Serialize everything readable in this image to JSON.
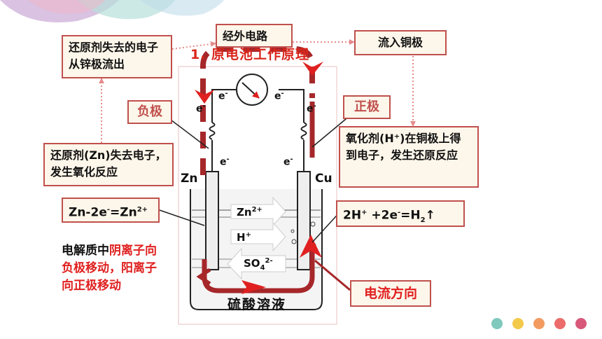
{
  "title": "1. 原电池工作原理",
  "callouts": {
    "reductant_lose_e": "还原剂失去的电子从锌极流出",
    "via_external": "经外电路",
    "into_copper": "流入铜极",
    "negative": "负极",
    "positive": "正极",
    "reductant_oxidized": "还原剂(Zn)失去电子，发生氧化反应",
    "oxidant_reduced": "氧化剂(H⁺)在铜极上得到电子，发生还原反应",
    "zn_equation": {
      "main": "Zn-2e",
      "sup1": "-",
      "mid": "=Zn",
      "sup2": "2+"
    },
    "h_equation": {
      "main": "2H",
      "sup1": "+",
      "mid": " +2e",
      "sup2": "-",
      "tail": "=H",
      "sub": "2",
      "arrow": "↑"
    },
    "electrolyte_prefix": "电解质中",
    "electrolyte_red1": "阴离子",
    "electrolyte_mid": "向负极移动，",
    "electrolyte_red2": "阳",
    "electrolyte_tail": "离子向正极移动",
    "current_direction": "电流方向"
  },
  "diagram": {
    "zn_label": "Zn",
    "cu_label": "Cu",
    "electron": "e",
    "electron_sup": "-",
    "ion_zn": "Zn",
    "ion_zn_sup": "2+",
    "ion_h": "H",
    "ion_h_sup": "+",
    "ion_so4": "SO",
    "ion_so4_sub": "4",
    "ion_so4_sup": "2-",
    "solution_label": "硫酸溶液"
  },
  "colors": {
    "accent_red": "#c0504d",
    "bright_red": "#e02020",
    "loop_red": "#a6272a",
    "box_fill": "#fdf6ea",
    "dot_colors": [
      "#7fc9bd",
      "#f3c94a",
      "#f29a60",
      "#ec6c6c",
      "#d8587a"
    ]
  }
}
